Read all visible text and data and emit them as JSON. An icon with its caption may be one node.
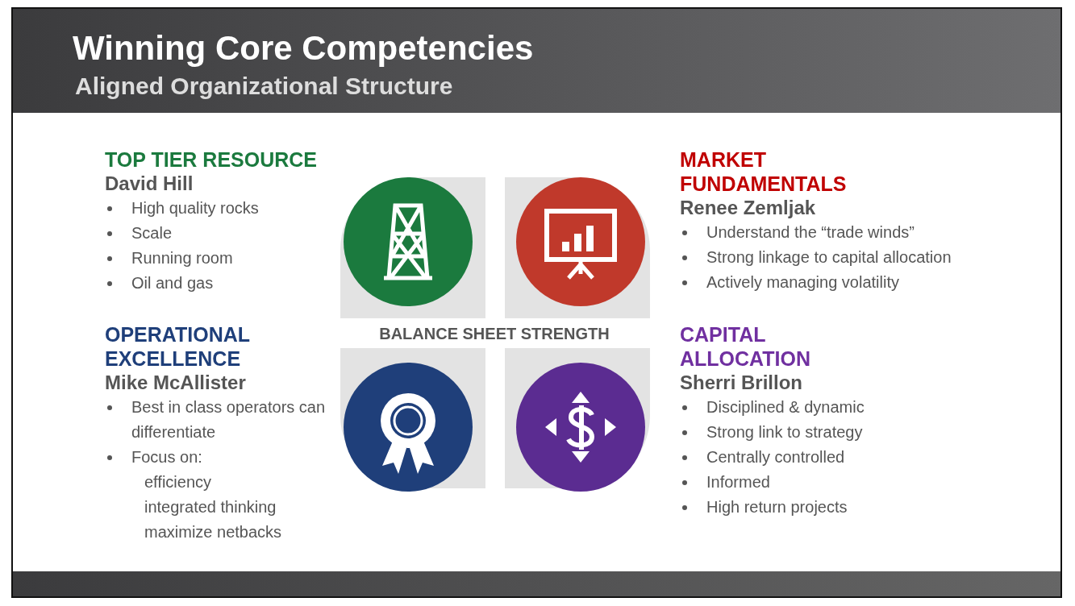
{
  "diagram": {
    "title": "Winning Core Competencies",
    "labels": [
      "Aligned Organizational Structure",
      "TOP TIER RESOURCE",
      "David Hill",
      "High quality rocks",
      "Scale",
      "Running room",
      "Oil and gas",
      "MARKET FUNDAMENTALS",
      "Renee Zemljak",
      "Understand the “trade winds”",
      "Strong linkage to capital allocation",
      "Actively managing volatility",
      "BALANCE SHEET STRENGTH",
      "OPERATIONAL EXCELLENCE",
      "Mike McAllister",
      "Best in class operators can differentiate",
      "Focus on:",
      "efficiency",
      "integrated thinking",
      "maximize netbacks",
      "CAPITAL ALLOCATION",
      "Sherri Brillon",
      "Disciplined & dynamic",
      "Strong link to strategy",
      "Centrally controlled",
      "Informed",
      "High return projects"
    ]
  }
}
